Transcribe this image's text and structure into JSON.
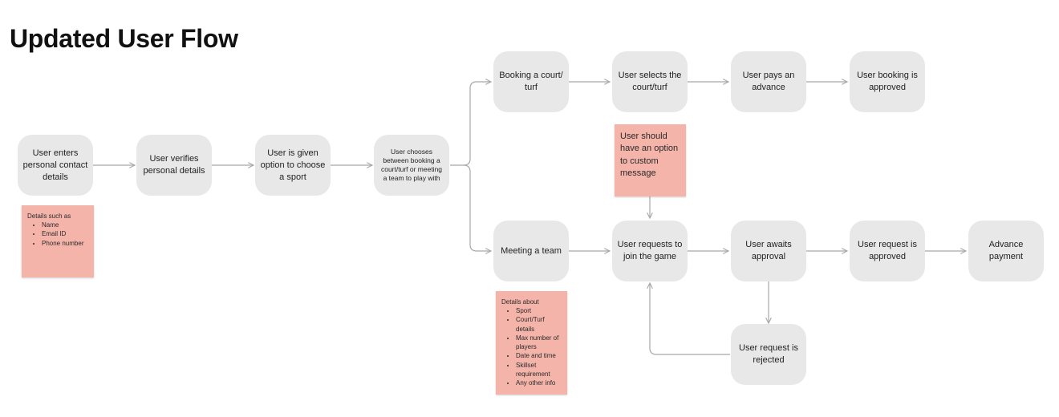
{
  "title": "Updated User Flow",
  "nodes": {
    "enter_details": "User enters personal contact details",
    "verify_details": "User verifies personal details",
    "choose_sport": "User is given option to choose a sport",
    "choose_between": "User chooses between booking a court/turf or meeting a team to play with",
    "booking_court": "Booking a court/ turf",
    "select_court": "User selects the court/turf",
    "pay_advance": "User pays an advance",
    "booking_approved": "User booking is approved",
    "meeting_team": "Meeting a team",
    "request_join": "User requests to join the game",
    "await_approval": "User awaits approval",
    "request_approved": "User request is approved",
    "advance_payment": "Advance payment",
    "request_rejected": "User request is rejected"
  },
  "notes": {
    "contact": {
      "title": "Details such as",
      "items": [
        "Name",
        "Email ID",
        "Phone number"
      ]
    },
    "custom_message": {
      "title": "User should have an option to custom message"
    },
    "team": {
      "title": "Details about",
      "items": [
        "Sport",
        "Court/Turf details",
        "Max number of players",
        "Date and time",
        "Skillset requirement",
        "Any other info"
      ]
    }
  },
  "colors": {
    "node_fill": "#e8e8e8",
    "note_fill": "#f4b4aa",
    "connector": "#a8a8a8"
  }
}
